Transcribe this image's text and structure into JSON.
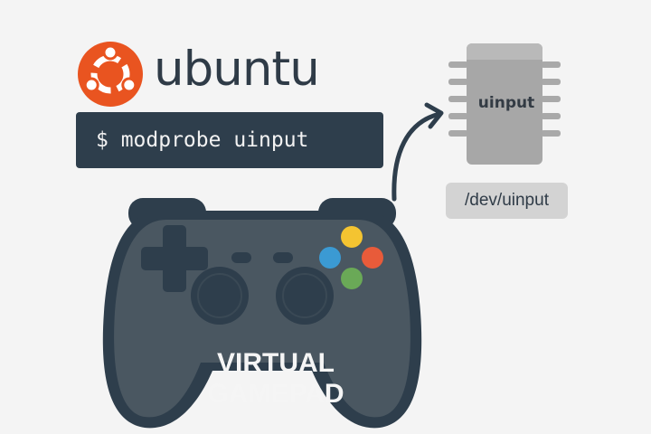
{
  "brand": {
    "name": "ubuntu"
  },
  "terminal": {
    "command": "$ modprobe uinput"
  },
  "module": {
    "chip_label": "uinput",
    "device_path": "/dev/uinput"
  },
  "gamepad": {
    "caption_line1": "VIRTUAL",
    "caption_line2": "GAMEPAD"
  },
  "colors": {
    "ubuntu_orange": "#e95420",
    "dark_slate": "#2e3e4c",
    "gamepad_body": "#4a5761",
    "button_yellow": "#f4c431",
    "button_red": "#e85b3a",
    "button_blue": "#3b9ad3",
    "button_green": "#6aa957"
  },
  "icons": {
    "logo": "ubuntu-circle-of-friends-icon",
    "chip": "integrated-circuit-chip-icon",
    "arrow": "curved-arrow-icon",
    "gamepad": "gamepad-icon"
  }
}
